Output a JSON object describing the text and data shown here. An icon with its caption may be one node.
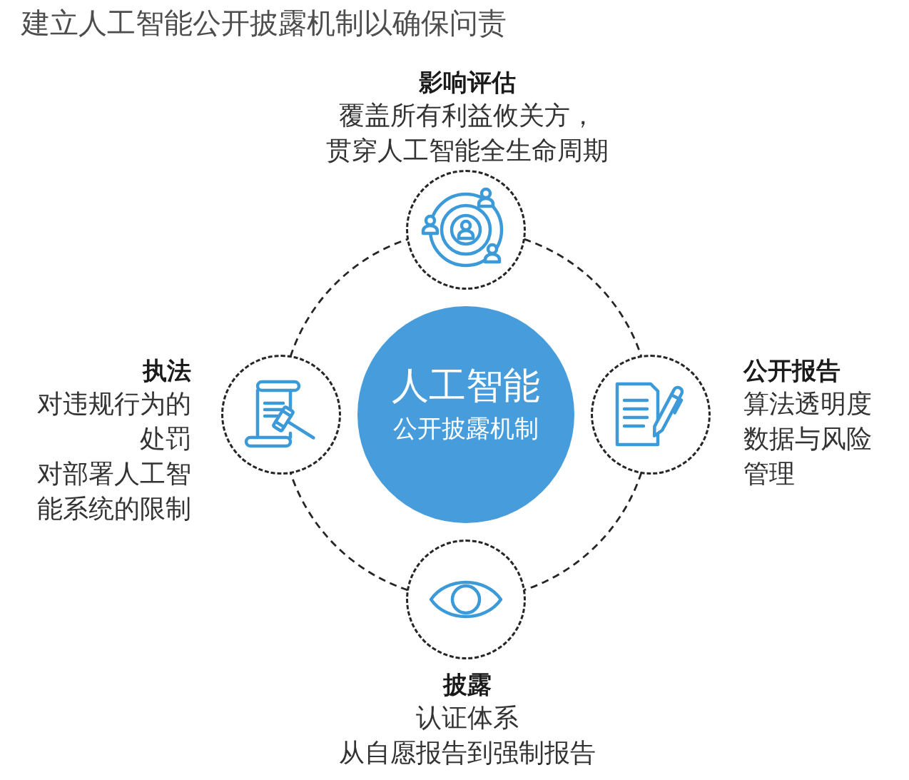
{
  "diagram": {
    "title": "建立人工智能公开披露机制以确保问责",
    "nodes": [
      {
        "text": [
          "影响评估",
          "覆盖所有利益攸关方，贯穿人工智能全生命周期"
        ]
      },
      {
        "text": [
          "执法",
          "对违规行为的处罚",
          "对部署人工智能系统的限制"
        ]
      },
      {
        "text": [
          "人工智能",
          "公开披露机制"
        ]
      },
      {
        "text": [
          "公开报告",
          "算法透明度",
          "数据与风险管理"
        ]
      },
      {
        "text": [
          "披露",
          "认证体系",
          "从自愿报告到强制报告"
        ]
      }
    ],
    "edges": [
      {
        "from": 0,
        "to": 3,
        "arrow": "none",
        "style": "dashed"
      },
      {
        "from": 3,
        "to": 4,
        "arrow": "none",
        "style": "dashed"
      },
      {
        "from": 4,
        "to": 1,
        "arrow": "none",
        "style": "dashed"
      },
      {
        "from": 1,
        "to": 0,
        "arrow": "none",
        "style": "dashed"
      }
    ]
  }
}
